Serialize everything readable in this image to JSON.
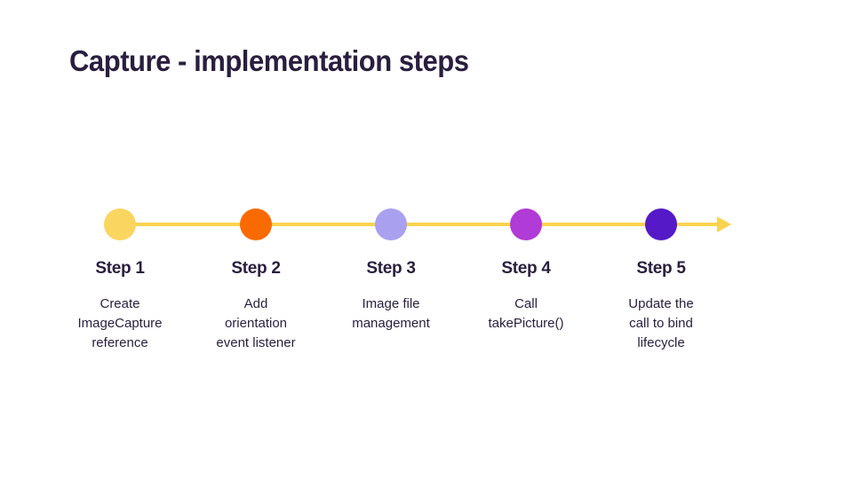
{
  "colors": {
    "title_text": "#2A1E3F",
    "body_text": "#2A1E3F",
    "line": "#FBD34E",
    "background": "#FFFFFF"
  },
  "slide": {
    "title": "Capture - implementation steps"
  },
  "timeline": {
    "steps": [
      {
        "label": "Step 1",
        "description": "Create\nImageCapture\nreference",
        "color": "#FAD55F"
      },
      {
        "label": "Step 2",
        "description": "Add\norientation\nevent listener",
        "color": "#F96A00"
      },
      {
        "label": "Step 3",
        "description": "Image file\nmanagement",
        "color": "#A9A0EF"
      },
      {
        "label": "Step 4",
        "description": "Call\ntakePicture()",
        "color": "#B13BD6"
      },
      {
        "label": "Step 5",
        "description": "Update the\ncall to bind\nlifecycle",
        "color": "#5519C8"
      }
    ]
  }
}
